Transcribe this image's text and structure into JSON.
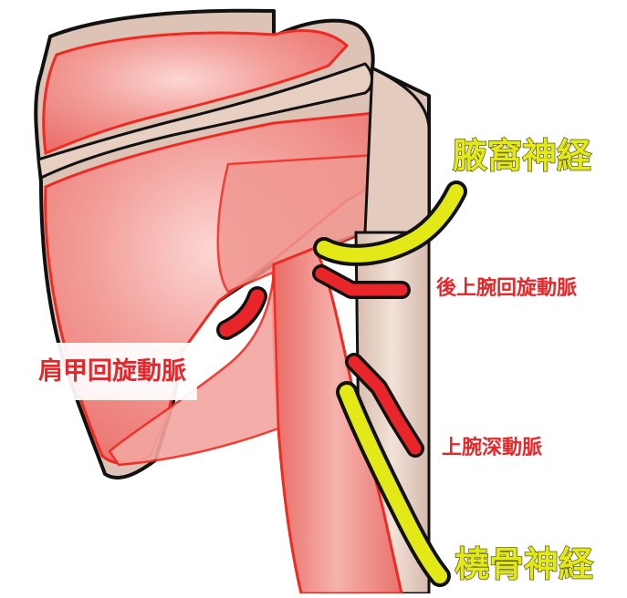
{
  "labels": {
    "axillary_nerve": "腋窩神経",
    "posterior_circumflex_humeral_artery": "後上腕回旋動脈",
    "circumflex_scapular_artery": "肩甲回旋動脈",
    "profunda_brachii_artery": "上腕深動脈",
    "radial_nerve": "橈骨神経"
  },
  "colors": {
    "nerve": "#e3e817",
    "artery": "#e8262a",
    "muscle": "#f08a8a",
    "muscle_edge": "#ee2a22",
    "bone": "#dcc3b5",
    "outline": "#111111"
  }
}
